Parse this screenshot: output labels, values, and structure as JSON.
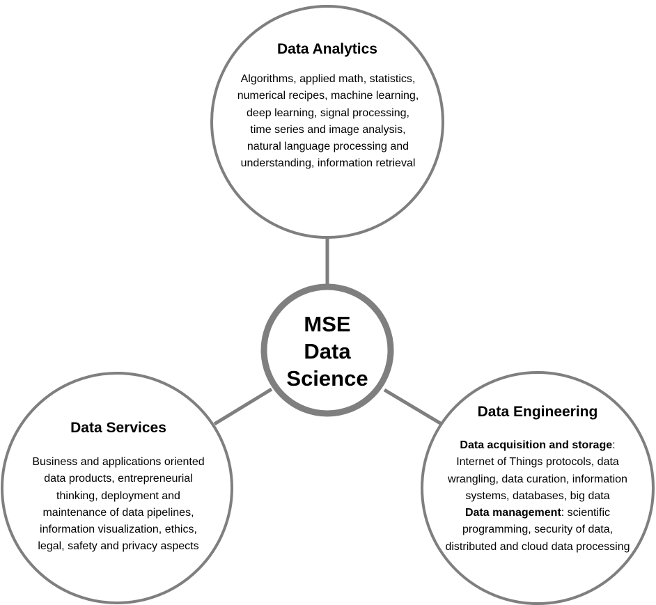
{
  "colors": {
    "stroke": "#7f7f7f",
    "text": "#000000",
    "background": "#ffffff"
  },
  "center": {
    "lines": [
      "MSE",
      "Data",
      "Science"
    ]
  },
  "analytics": {
    "title": "Data Analytics",
    "body": "Algorithms, applied math, statistics, numerical recipes, machine learning, deep learning, signal processing, time series and image analysis, natural language processing and understanding, information retrieval"
  },
  "services": {
    "title": "Data Services",
    "body": "Business and applications oriented data products, entrepreneurial thinking, deployment and maintenance of data pipelines, information visualization, ethics, legal, safety and privacy aspects"
  },
  "engineering": {
    "title": "Data Engineering",
    "acq_label": "Data acquisition and storage",
    "acq_colon": ":",
    "acq_body": "Internet of Things protocols, data wrangling, data curation, information systems, databases, big data",
    "mgmt_label": "Data management",
    "mgmt_body": ": scientific programming, security of data, distributed and cloud data processing"
  }
}
